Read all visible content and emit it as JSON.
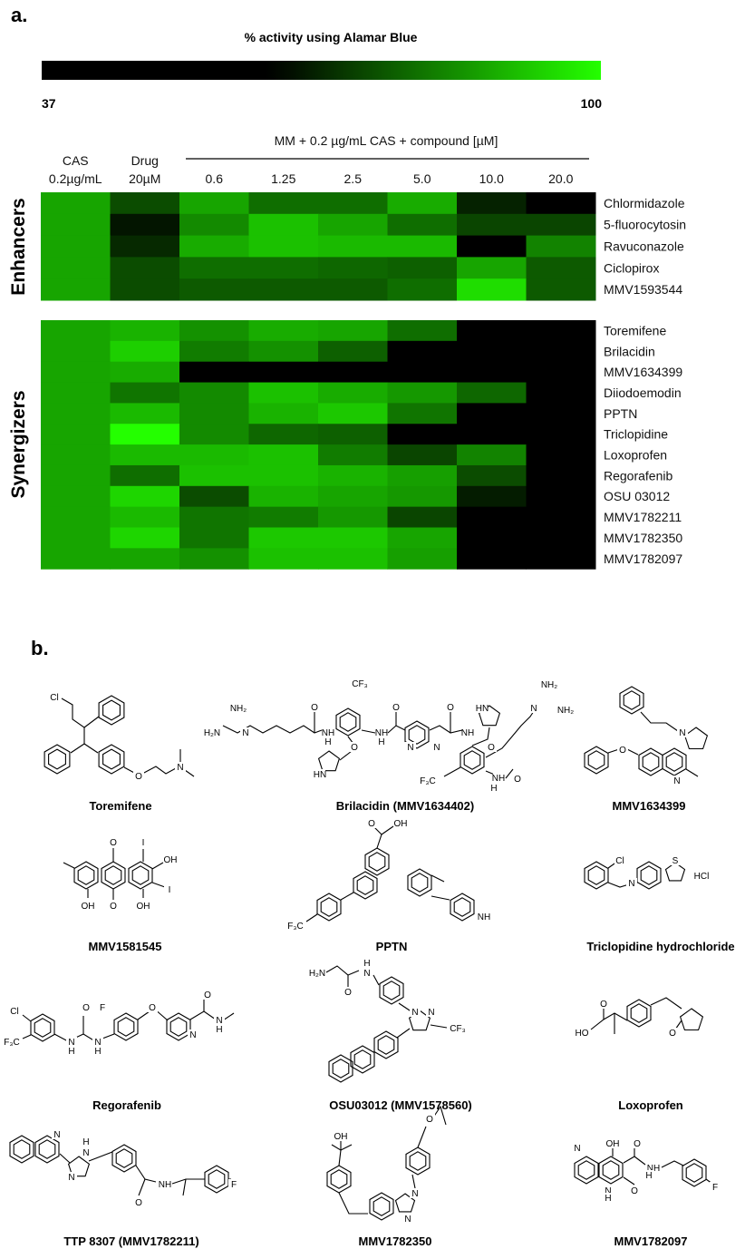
{
  "panel_a_label": "a.",
  "panel_b_label": "b.",
  "chart_data": {
    "type": "heatmap",
    "title": "% activity using Alamar Blue",
    "colorbar": {
      "min_label": "37",
      "max_label": "100",
      "min": 37,
      "max": 100,
      "low_color": "#000000",
      "high_color": "#22cc11"
    },
    "group_header": "MM + 0.2 µg/mL CAS + compound [µM]",
    "columns": [
      {
        "top": "CAS",
        "bottom": "0.2µg/mL"
      },
      {
        "top": "Drug",
        "bottom": "20µM"
      },
      {
        "top": "",
        "bottom": "0.6"
      },
      {
        "top": "",
        "bottom": "1.25"
      },
      {
        "top": "",
        "bottom": "2.5"
      },
      {
        "top": "",
        "bottom": "5.0"
      },
      {
        "top": "",
        "bottom": "10.0"
      },
      {
        "top": "",
        "bottom": "20.0"
      }
    ],
    "groups": [
      {
        "name": "Enhancers",
        "rows": [
          {
            "label": "Chlormidazole",
            "values": [
              87,
              74,
              87,
              79,
              79,
              88,
              68,
              40
            ]
          },
          {
            "label": "5-fluorocytosin",
            "values": [
              87,
              66,
              83,
              91,
              87,
              79,
              73,
              73
            ]
          },
          {
            "label": "Ravuconazole",
            "values": [
              87,
              69,
              88,
              91,
              90,
              90,
              40,
              82
            ]
          },
          {
            "label": "Ciclopirox",
            "values": [
              87,
              74,
              79,
              79,
              78,
              77,
              87,
              76
            ]
          },
          {
            "label": "MMV1593544",
            "values": [
              87,
              74,
              76,
              76,
              76,
              79,
              95,
              76
            ]
          }
        ]
      },
      {
        "name": "Synergizers",
        "rows": [
          {
            "label": "Toremifene",
            "values": [
              87,
              89,
              84,
              88,
              87,
              79,
              40,
              40
            ]
          },
          {
            "label": "Brilacidin",
            "values": [
              87,
              93,
              81,
              84,
              77,
              40,
              40,
              40
            ]
          },
          {
            "label": "MMV1634399",
            "values": [
              87,
              88,
              40,
              40,
              40,
              40,
              40,
              40
            ]
          },
          {
            "label": "Diiodoemodin",
            "values": [
              87,
              80,
              83,
              91,
              88,
              85,
              78,
              40
            ]
          },
          {
            "label": "PPTN",
            "values": [
              87,
              90,
              83,
              89,
              92,
              80,
              40,
              40
            ]
          },
          {
            "label": "Triclopidine",
            "values": [
              87,
              100,
              83,
              78,
              77,
              40,
              40,
              40
            ]
          },
          {
            "label": "Loxoprofen",
            "values": [
              87,
              90,
              90,
              91,
              81,
              73,
              82,
              62
            ]
          },
          {
            "label": "Regorafenib",
            "values": [
              87,
              79,
              91,
              91,
              89,
              86,
              74,
              40
            ]
          },
          {
            "label": "OSU 03012",
            "values": [
              87,
              94,
              74,
              89,
              87,
              85,
              67,
              40
            ]
          },
          {
            "label": "MMV1782211",
            "values": [
              87,
              90,
              80,
              81,
              85,
              73,
              40,
              40
            ]
          },
          {
            "label": "MMV1782350",
            "values": [
              87,
              94,
              80,
              92,
              92,
              87,
              40,
              62
            ]
          },
          {
            "label": "MMV1782097",
            "values": [
              87,
              87,
              84,
              91,
              91,
              86,
              40,
              40
            ]
          }
        ]
      }
    ]
  },
  "structures": [
    {
      "name": "Toremifene",
      "atoms": [
        "Cl",
        "O",
        "N"
      ]
    },
    {
      "name": "Brilacidin (MMV1634402)",
      "atoms": [
        "CF₃",
        "NH₂",
        "H₂N",
        "N",
        "O",
        "NH",
        "H",
        "O",
        "HN",
        "NH",
        "H",
        "O",
        "O",
        "N",
        "N",
        "NH",
        "HN",
        "O",
        "N",
        "NH₂",
        "NH₂",
        "F₃C",
        "NH",
        "H",
        "O"
      ]
    },
    {
      "name": "MMV1634399",
      "atoms": [
        "O",
        "N",
        "N"
      ]
    },
    {
      "name": "MMV1581545",
      "atoms": [
        "O",
        "O",
        "I",
        "OH",
        "I",
        "OH",
        "OH"
      ]
    },
    {
      "name": "PPTN",
      "atoms": [
        "O",
        "OH",
        "F₃C",
        "NH"
      ]
    },
    {
      "name": "Triclopidine hydrochloride",
      "atoms": [
        "Cl",
        "N",
        "S",
        "HCl"
      ]
    },
    {
      "name": "Regorafenib",
      "atoms": [
        "Cl",
        "F₃C",
        "N",
        "H",
        "O",
        "N",
        "H",
        "F",
        "O",
        "N",
        "O",
        "N",
        "H"
      ]
    },
    {
      "name": "OSU03012 (MMV1578560)",
      "atoms": [
        "H₂N",
        "H",
        "N",
        "O",
        "N",
        "N",
        "CF₃"
      ]
    },
    {
      "name": "Loxoprofen",
      "atoms": [
        "O",
        "HO",
        "O"
      ]
    },
    {
      "name": "TTP 8307 (MMV1782211)",
      "atoms": [
        "N",
        "H",
        "N",
        "N",
        "NH",
        "O",
        "F"
      ]
    },
    {
      "name": "MMV1782350",
      "atoms": [
        "OH",
        "O",
        "N",
        "N"
      ]
    },
    {
      "name": "MMV1782097",
      "atoms": [
        "OH",
        "O",
        "N",
        "NH",
        "H",
        "N",
        "H",
        "O",
        "F"
      ]
    }
  ]
}
